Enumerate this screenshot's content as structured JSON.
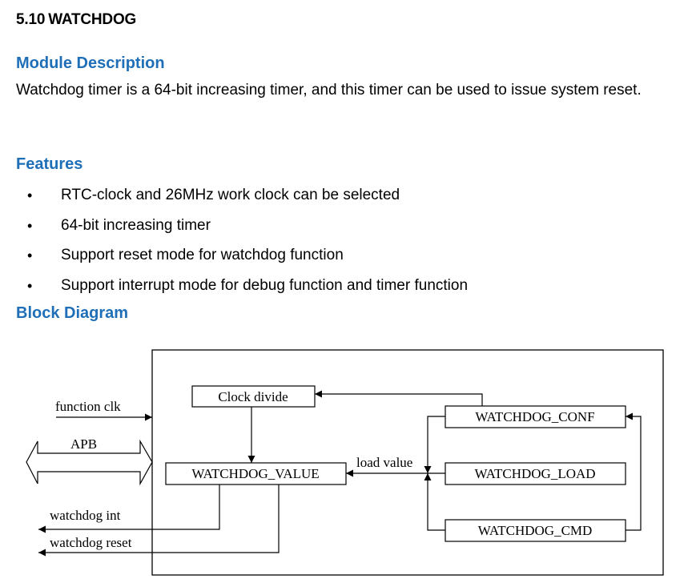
{
  "heading": {
    "number": "5.10",
    "title": "WATCHDOG"
  },
  "module": {
    "title": "Module Description",
    "description": "Watchdog timer is a 64-bit increasing timer, and this timer can be used to issue system reset."
  },
  "features": {
    "title": "Features",
    "items": [
      "RTC-clock and 26MHz work clock can be selected",
      "64-bit increasing timer",
      "Support reset mode for watchdog function",
      "Support interrupt mode for debug function and timer function"
    ]
  },
  "block_diagram": {
    "title": "Block Diagram",
    "blocks": {
      "clock_divide": "Clock divide",
      "value": "WATCHDOG_VALUE",
      "conf": "WATCHDOG_CONF",
      "load": "WATCHDOG_LOAD",
      "cmd": "WATCHDOG_CMD"
    },
    "labels": {
      "function_clk": "function clk",
      "apb": "APB",
      "load_value": "load value",
      "watchdog_int": "watchdog int",
      "watchdog_reset": "watchdog reset"
    }
  }
}
